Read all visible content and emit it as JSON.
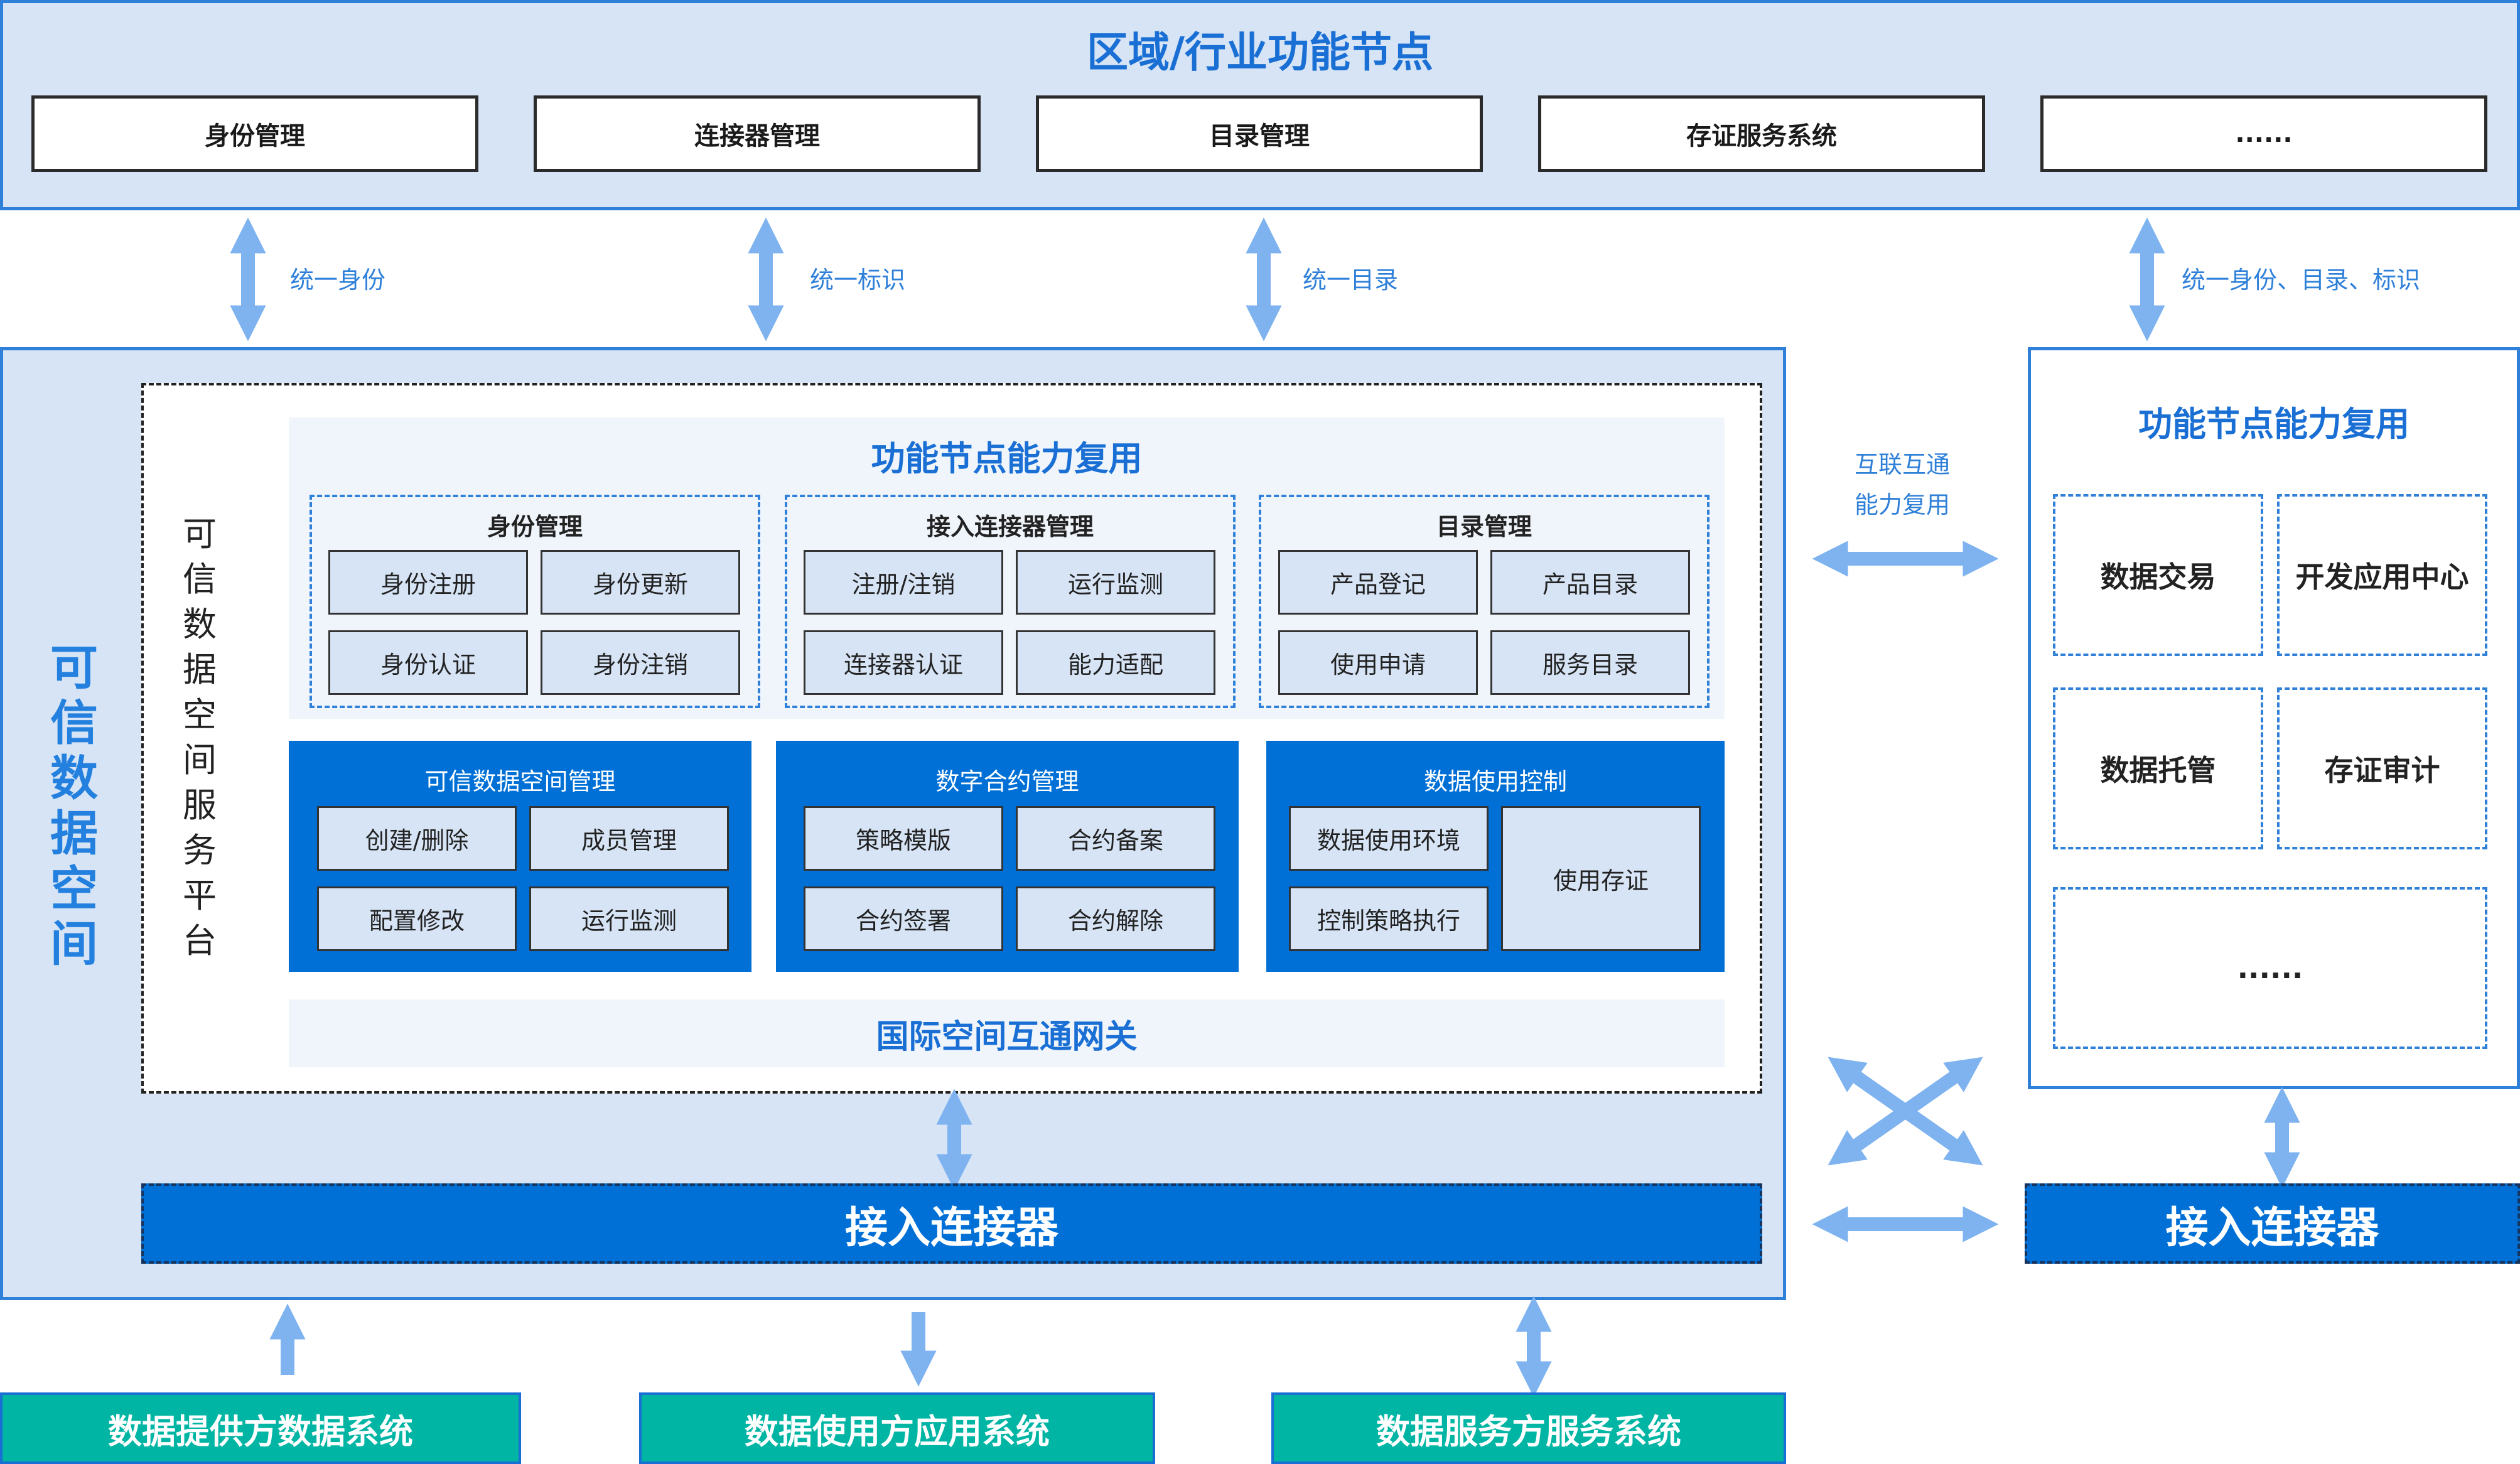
{
  "top": {
    "title": "区域/行业功能节点",
    "boxes": [
      "身份管理",
      "连接器管理",
      "目录管理",
      "存证服务系统",
      "......"
    ]
  },
  "links": {
    "unified_identity": "统一身份",
    "unified_identifier": "统一标识",
    "unified_catalog": "统一目录",
    "unified_all": "统一身份、目录、标识",
    "interconnect_line1": "互联互通",
    "interconnect_line2": "能力复用"
  },
  "main": {
    "space_title": "可信数据空间",
    "platform_title": "可信数据空间服务平台",
    "reuse_title": "功能节点能力复用",
    "groups": [
      {
        "title": "身份管理",
        "items": [
          "身份注册",
          "身份更新",
          "身份认证",
          "身份注销"
        ]
      },
      {
        "title": "接入连接器管理",
        "items": [
          "注册/注销",
          "运行监测",
          "连接器认证",
          "能力适配"
        ]
      },
      {
        "title": "目录管理",
        "items": [
          "产品登记",
          "产品目录",
          "使用申请",
          "服务目录"
        ]
      }
    ],
    "blue_groups": [
      {
        "title": "可信数据空间管理",
        "items": [
          "创建/删除",
          "成员管理",
          "配置修改",
          "运行监测"
        ]
      },
      {
        "title": "数字合约管理",
        "items": [
          "策略模版",
          "合约备案",
          "合约签署",
          "合约解除"
        ]
      },
      {
        "title": "数据使用控制",
        "items": [
          "数据使用环境",
          "控制策略执行",
          "使用存证"
        ]
      }
    ],
    "gateway": "国际空间互通网关",
    "connector": "接入连接器"
  },
  "right": {
    "title": "功能节点能力复用",
    "cells": [
      "数据交易",
      "开发应用中心",
      "数据托管",
      "存证审计",
      "......"
    ],
    "connector": "接入连接器"
  },
  "systems": [
    "数据提供方数据系统",
    "数据使用方应用系统",
    "数据服务方服务系统"
  ],
  "colors": {
    "accent": "#2f80d9",
    "panel_blue": "#0070d6",
    "light_blue": "#d6e4f5",
    "teal": "#00b5a3",
    "arrow": "#7eb3f0"
  }
}
